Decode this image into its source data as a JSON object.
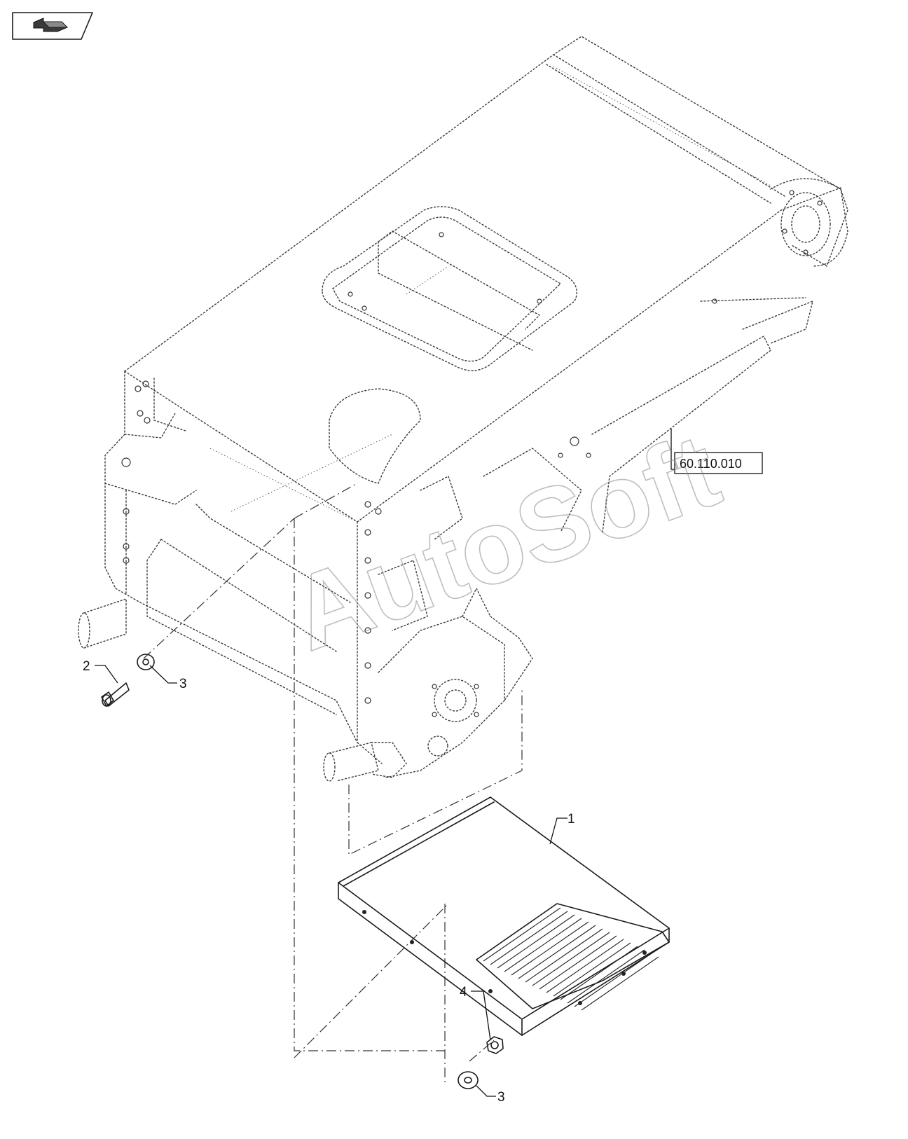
{
  "nav": {
    "back_icon": "back-arrow-icon"
  },
  "reference": {
    "label": "60.110.010"
  },
  "callouts": [
    {
      "id": "1",
      "text": "1"
    },
    {
      "id": "2",
      "text": "2"
    },
    {
      "id": "3a",
      "text": "3"
    },
    {
      "id": "4",
      "text": "4"
    },
    {
      "id": "3b",
      "text": "3"
    }
  ],
  "watermark": {
    "text": "AutoSoft"
  },
  "colors": {
    "line": "#1a1a1a",
    "background": "#ffffff"
  }
}
